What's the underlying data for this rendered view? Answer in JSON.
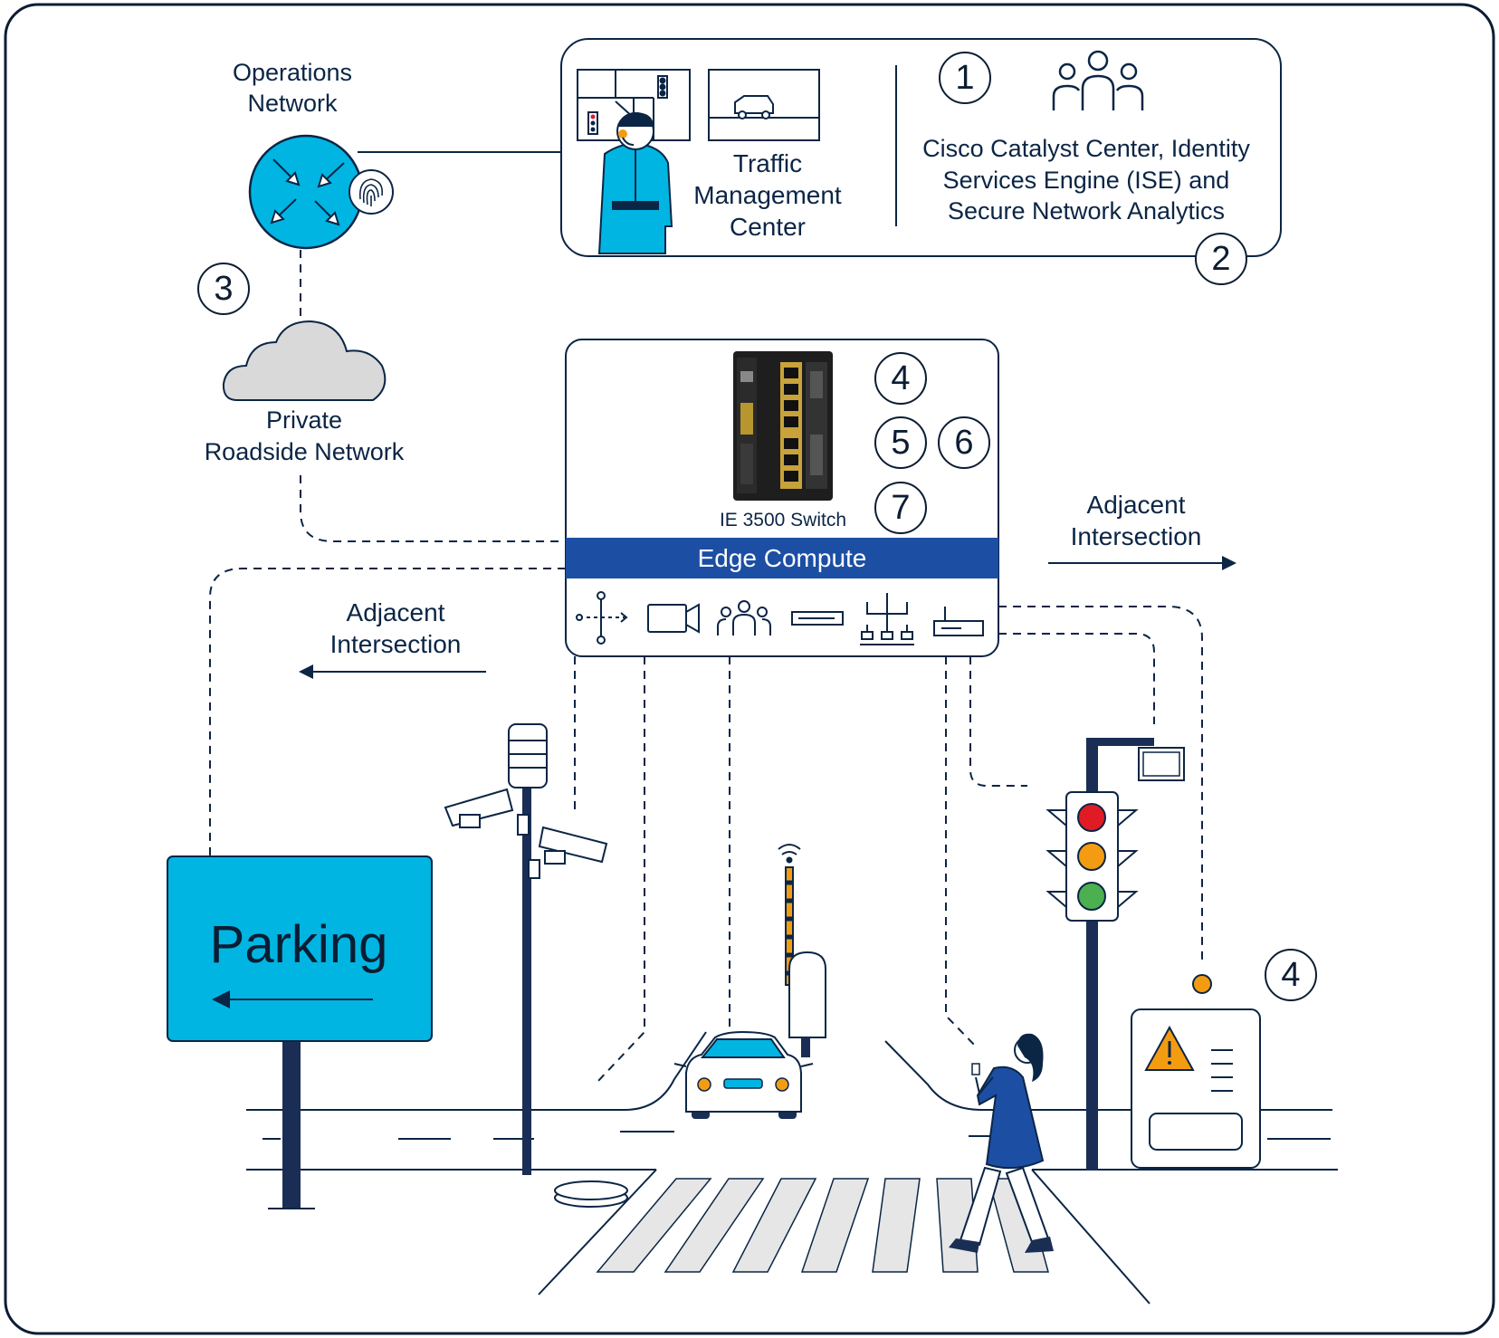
{
  "labels": {
    "operations_network": [
      "Operations",
      "Network"
    ],
    "private_roadside_network": [
      "Private",
      "Roadside Network"
    ],
    "traffic_management_center": [
      "Traffic",
      "Management",
      "Center"
    ],
    "cisco_tools": [
      "Cisco Catalyst Center, Identity",
      "Services Engine (ISE) and",
      "Secure Network Analytics"
    ],
    "switch_name": "IE 3500 Switch",
    "edge_compute": "Edge Compute",
    "adjacent_intersection_right": [
      "Adjacent",
      "Intersection"
    ],
    "adjacent_intersection_left": [
      "Adjacent",
      "Intersection"
    ],
    "parking_sign": "Parking"
  },
  "badges": {
    "b1": "1",
    "b2": "2",
    "b3": "3",
    "b4": "4",
    "b5": "5",
    "b6": "6",
    "b7": "7",
    "b4_warning": "4"
  },
  "colors": {
    "navy": "#0b2545",
    "line": "#0b1d33",
    "cyan": "#00b5e2",
    "edge_blue": "#1c4fa3",
    "cloud_gray": "#d9d9d9",
    "signal_red": "#e01b24",
    "signal_amber": "#f39c12",
    "signal_green": "#4caf50"
  },
  "icons": {
    "operations_router": "router-fingerprint-icon",
    "operator": "operator-headset-icon",
    "cloud": "cloud-icon",
    "users": "users-icon",
    "edge_icons": [
      "sensor-icon",
      "camera-icon",
      "users-icon",
      "rack-device-icon",
      "hierarchy-icon",
      "access-point-icon"
    ],
    "warning": "warning-sign-icon",
    "wifi": "wifi-icon"
  }
}
